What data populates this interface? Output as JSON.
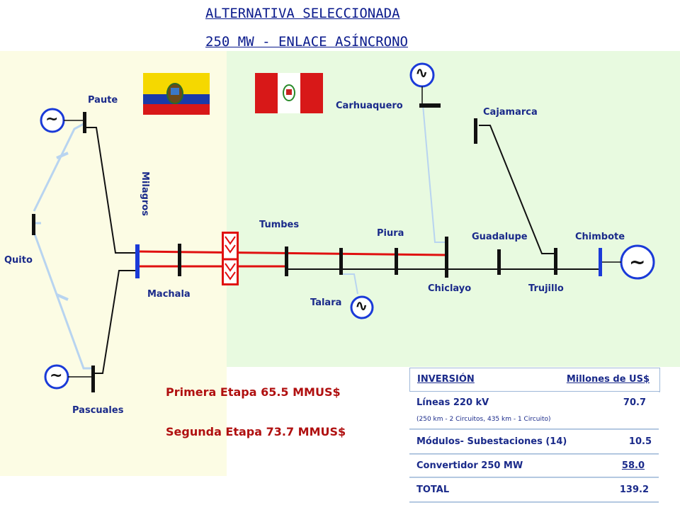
{
  "title": {
    "line1": "ALTERNATIVA SELECCIONADA",
    "line2": "250 MW - ENLACE ASÍNCRONO"
  },
  "nodes": {
    "paute": "Paute",
    "milagros": "Milagros",
    "quito": "Quito",
    "machala": "Machala",
    "pascuales": "Pascuales",
    "tumbes": "Tumbes",
    "talara": "Talara",
    "piura": "Piura",
    "chiclayo": "Chiclayo",
    "carhuaquero": "Carhuaquero",
    "cajamarca": "Cajamarca",
    "guadalupe": "Guadalupe",
    "trujillo": "Trujillo",
    "chimbote": "Chimbote"
  },
  "stages": {
    "first": "Primera Etapa 65.5 MMUS$",
    "second": "Segunda Etapa 73.7 MMUS$"
  },
  "investment": {
    "header_left": "INVERSIÓN",
    "header_right": "Millones de US$",
    "rows": [
      {
        "label": "Líneas 220 kV",
        "value": "70.7",
        "note": "(250 km - 2 Circuitos, 435 km - 1 Circuito)"
      },
      {
        "label": "Módulos- Subestaciones (14)",
        "value": "10.5"
      },
      {
        "label": "Convertidor 250 MW",
        "value": "58.0"
      },
      {
        "label": "TOTAL",
        "value": "139.2"
      }
    ]
  },
  "symbols": {
    "generator": "~",
    "generator_tilde": "∿"
  },
  "colors": {
    "line_black": "#111111",
    "line_red": "#e01010",
    "bus_blue": "#1a3ad8",
    "link_light_blue": "#b8d4f0",
    "title_blue": "#0a1a8c",
    "stage_red": "#b01010",
    "ecuador_yellow": "#f5d800",
    "ecuador_blue": "#1a3aa8",
    "ecuador_red": "#d81818",
    "peru_red": "#d81818"
  }
}
